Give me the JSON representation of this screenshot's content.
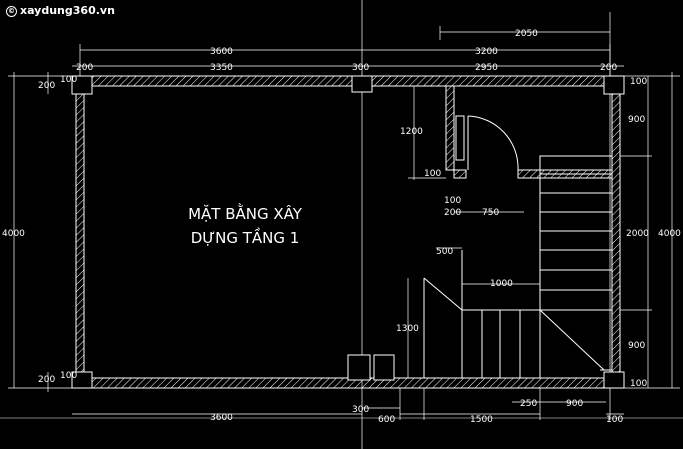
{
  "watermark": "xaydung360.vn",
  "title": {
    "line1": "MẶT BẰNG XÂY",
    "line2": "DỰNG TẦNG 1"
  },
  "dimensions": {
    "top_overall_left": "3600",
    "top_overall_right": "3200",
    "top_stair_top": "2050",
    "top_wall_left": "200",
    "top_room_left": "3350",
    "top_mid": "300",
    "top_room_right": "2950",
    "top_wall_right": "200",
    "left_overall": "4000",
    "left_top_wall": "200",
    "left_top_wall_inner": "100",
    "left_bot_wall": "200",
    "left_bot_wall_inner": "100",
    "right_overall": "4000",
    "right_top": "100",
    "right_900a": "900",
    "right_2000": "2000",
    "right_900b": "900",
    "right_bottom": "100",
    "partition_1200": "1200",
    "partition_100a": "100",
    "partition_100b": "100",
    "partition_200": "200",
    "door_750": "750",
    "stair_500": "500",
    "stair_1000": "1000",
    "stair_1300": "1300",
    "bottom_overall_left": "3600",
    "bottom_mid": "300",
    "bottom_600": "600",
    "bottom_1500": "1500",
    "bottom_250": "250",
    "bottom_900": "900",
    "bottom_100": "100"
  }
}
